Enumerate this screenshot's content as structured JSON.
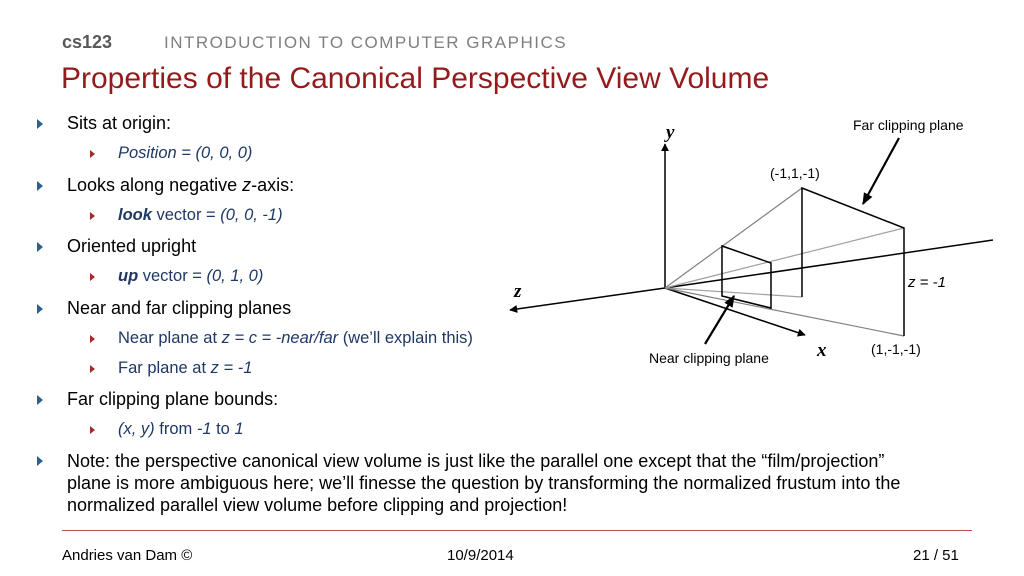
{
  "header": {
    "course": "cs123",
    "subtitle": "INTRODUCTION TO COMPUTER GRAPHICS"
  },
  "title": "Properties of the Canonical Perspective View Volume",
  "bullets": {
    "origin": {
      "text": "Sits at origin:",
      "sub": {
        "text": "Position = (0, 0, 0)"
      }
    },
    "looks": {
      "pre": "Looks along negative ",
      "var": "z",
      "post": "-axis:",
      "sub": {
        "word": "look",
        "mid": " vector = ",
        "val": "(0, 0, -1)"
      }
    },
    "upright": {
      "text": "Oriented upright",
      "sub": {
        "word": "up",
        "mid": " vector = ",
        "val": "(0, 1, 0)"
      }
    },
    "planes": {
      "text": "Near and far clipping planes",
      "near": {
        "pre": "Near plane at ",
        "expr": "z = c = -near/far",
        "post": " (we’ll explain this)"
      },
      "far": {
        "pre": "Far plane at ",
        "expr": "z = -1"
      }
    },
    "bounds": {
      "text": "Far clipping plane bounds:",
      "sub": {
        "xy": "(x, y)",
        "from": " from ",
        "a": "-1",
        "to": " to ",
        "b": "1"
      }
    },
    "note": "Note: the perspective canonical view volume is just like the parallel one except that the “film/projection” plane is more ambiguous here; we’ll finesse the question by transforming the normalized frustum into the normalized parallel view volume before clipping and projection!"
  },
  "diagram": {
    "y_label": "y",
    "z_label": "z",
    "x_label": "x",
    "top_corner": "(-1,1,-1)",
    "bottom_corner": "(1,-1,-1)",
    "z_eq": "z = -1",
    "far_label": "Far clipping plane",
    "near_label": "Near clipping plane"
  },
  "footer": {
    "author": "Andries van Dam ©",
    "date": "10/9/2014",
    "page": "21 / 51"
  },
  "colors": {
    "title": "#941b1b",
    "subtext": "#1f3864",
    "rule": "#c0504d"
  }
}
